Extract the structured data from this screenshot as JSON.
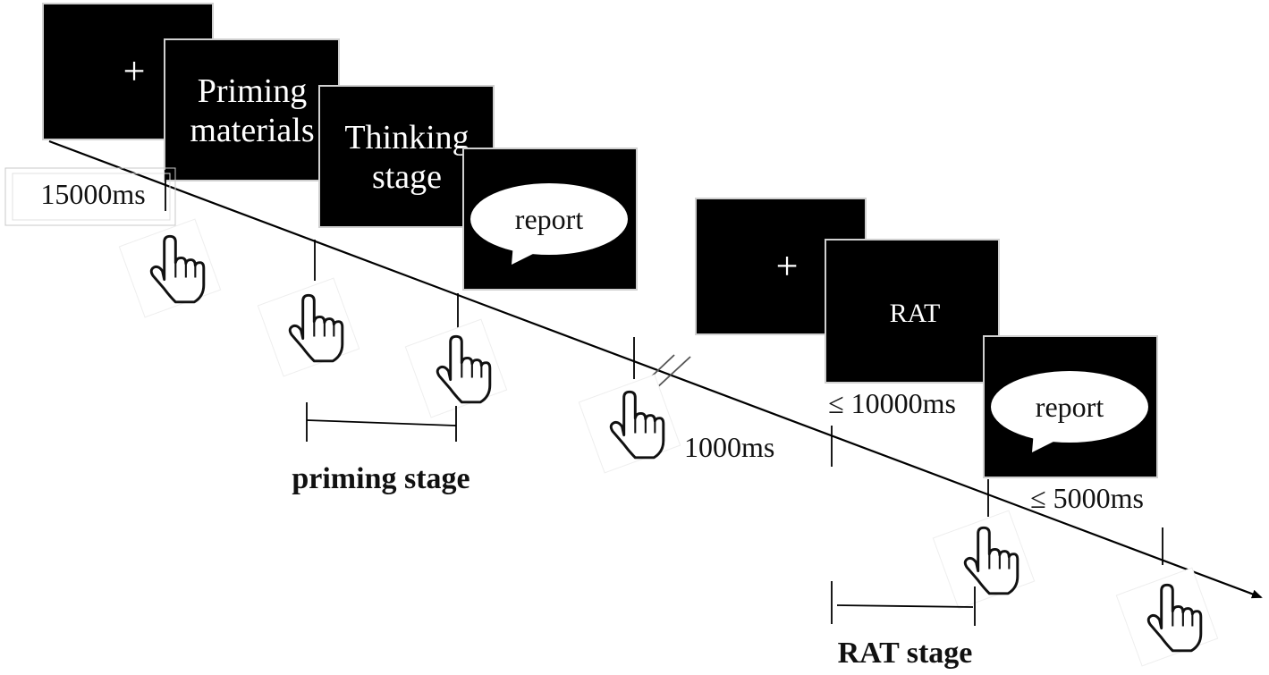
{
  "screens": {
    "fixation_1": "+",
    "priming_line1": "Priming",
    "priming_line2": "materials",
    "thinking_line1": "Thinking",
    "thinking_line2": "stage",
    "report_1": "report",
    "fixation_2": "+",
    "rat": "RAT",
    "report_2": "report"
  },
  "durations": {
    "d15000": "15000ms",
    "d1000": "1000ms",
    "d10000": "≤ 10000ms",
    "d5000": "≤ 5000ms"
  },
  "stages": {
    "priming": "priming stage",
    "rat": "RAT stage"
  },
  "icons": {
    "click": "hand-pointer-icon"
  }
}
